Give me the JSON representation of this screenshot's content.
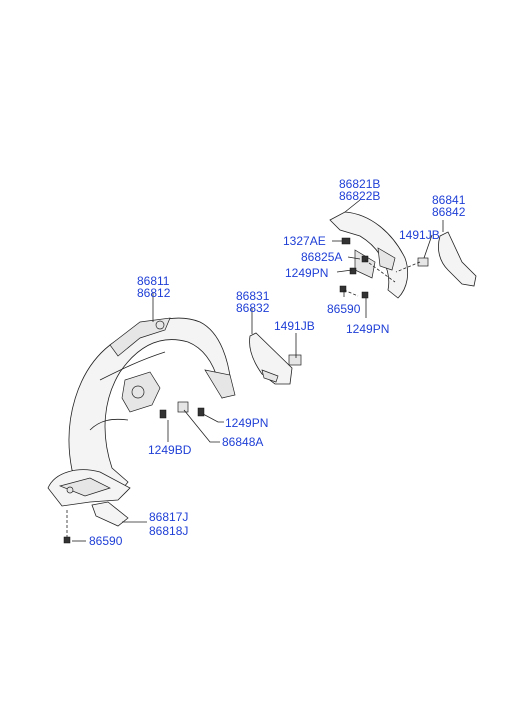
{
  "diagram": {
    "labels": {
      "p86821B": "86821B",
      "p86822B": "86822B",
      "p86841": "86841",
      "p86842": "86842",
      "p1327AE": "1327AE",
      "p1491JB_right": "1491JB",
      "p86825A": "86825A",
      "p1249PN_upper": "1249PN",
      "p86590_upper": "86590",
      "p1249PN_right": "1249PN",
      "p86811": "86811",
      "p86812": "86812",
      "p86831": "86831",
      "p86832": "86832",
      "p1491JB_mid": "1491JB",
      "p1249PN_lower": "1249PN",
      "p86848A": "86848A",
      "p1249BD": "1249BD",
      "p86817J": "86817J",
      "p86818J": "86818J",
      "p86590_lower": "86590"
    },
    "colors": {
      "label": "#1f3fd6",
      "line": "#222222",
      "part_fill": "#f4f4f4"
    }
  }
}
